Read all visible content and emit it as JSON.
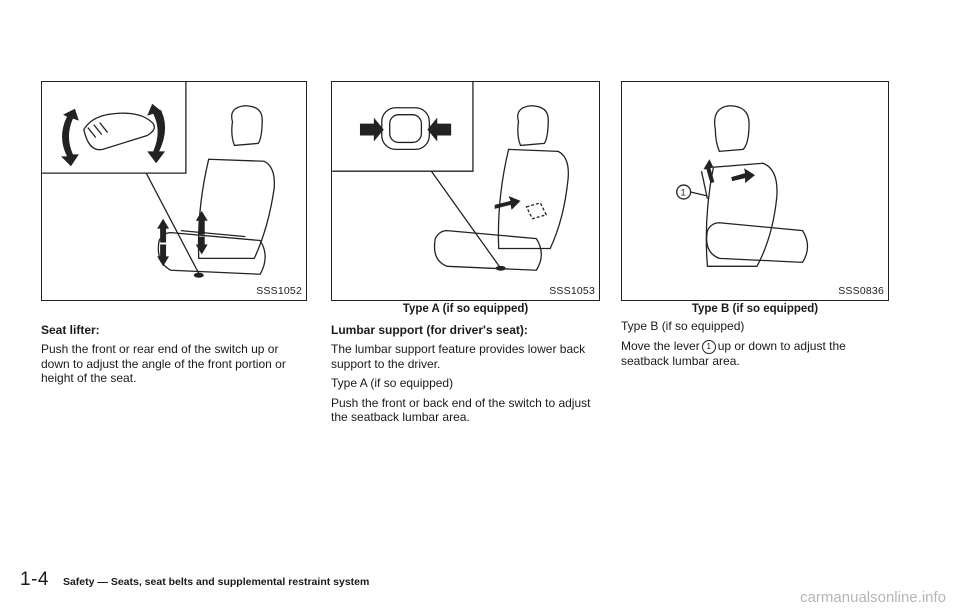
{
  "col1": {
    "figure_code": "SSS1052",
    "caption": "",
    "heading": "Seat lifter:",
    "paragraphs": [
      "Push the front or rear end of the switch up or down to adjust the angle of the front portion or height of the seat."
    ]
  },
  "col2": {
    "figure_code": "SSS1053",
    "caption": "Type A (if so equipped)",
    "heading": "Lumbar support (for driver's seat):",
    "paragraphs": [
      "The lumbar support feature provides lower back support to the driver.",
      "Type A (if so equipped)",
      "Push the front or back end of the switch to adjust the seatback lumbar area."
    ]
  },
  "col3": {
    "figure_code": "SSS0836",
    "caption": "Type B (if so equipped)",
    "callout": "1",
    "paragraphs": [
      "Type B (if so equipped)"
    ],
    "move_text_before": "Move the lever",
    "move_text_after": "up or down to adjust the seatback lumbar area."
  },
  "footer": {
    "page_number": "1-4",
    "section_title": "Safety — Seats, seat belts and supplemental restraint system"
  },
  "watermark": "carmanualsonline.info"
}
